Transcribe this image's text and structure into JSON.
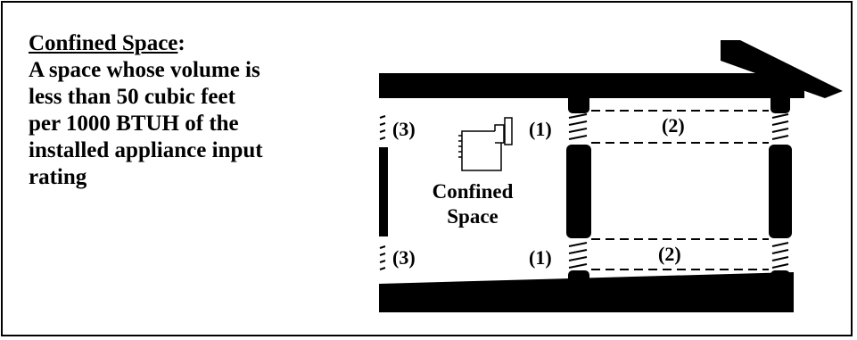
{
  "definition": {
    "term": "Confined Space",
    "colon": ":",
    "lines": [
      "A space whose volume is",
      "less than 50 cubic feet",
      "per 1000 BTUH of the",
      "installed appliance input",
      "rating"
    ]
  },
  "diagram": {
    "room_label_line1": "Confined",
    "room_label_line2": "Space",
    "openings": {
      "outer_left_top": "(3)",
      "outer_left_bottom": "(3)",
      "wall_top": "(1)",
      "wall_bottom": "(1)",
      "duct_top": "(2)",
      "duct_bottom": "(2)"
    },
    "icons": [
      "appliance-icon"
    ]
  },
  "colors": {
    "ink": "#000000",
    "background": "#ffffff"
  }
}
